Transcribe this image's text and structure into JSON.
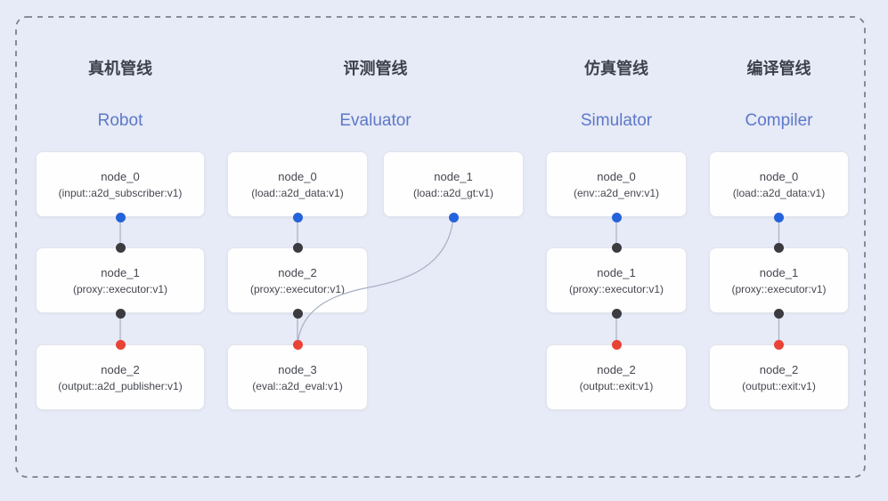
{
  "diagram": {
    "pipelines": [
      {
        "id": "robot",
        "title_zh": "真机管线",
        "title_en": "Robot",
        "columns": [
          {
            "id": "main",
            "nodes": [
              {
                "label": "node_0",
                "sublabel": "(input::a2d_subscriber:v1)",
                "ports": {
                  "out": "blue"
                }
              },
              {
                "label": "node_1",
                "sublabel": "(proxy::executor:v1)",
                "ports": {
                  "in": "black",
                  "out": "black"
                }
              },
              {
                "label": "node_2",
                "sublabel": "(output::a2d_publisher:v1)",
                "ports": {
                  "in": "red"
                }
              }
            ]
          }
        ]
      },
      {
        "id": "evaluator",
        "title_zh": "评测管线",
        "title_en": "Evaluator",
        "columns": [
          {
            "id": "main",
            "nodes": [
              {
                "label": "node_0",
                "sublabel": "(load::a2d_data:v1)",
                "ports": {
                  "out": "blue"
                }
              },
              {
                "label": "node_2",
                "sublabel": "(proxy::executor:v1)",
                "ports": {
                  "in": "black",
                  "out": "black"
                }
              },
              {
                "label": "node_3",
                "sublabel": "(eval::a2d_eval:v1)",
                "ports": {
                  "in": "red"
                }
              }
            ]
          },
          {
            "id": "side",
            "nodes": [
              {
                "label": "node_1",
                "sublabel": "(load::a2d_gt:v1)",
                "ports": {
                  "out": "blue"
                }
              }
            ]
          }
        ],
        "extra_edges": [
          {
            "from_column": "side",
            "from_node": 0,
            "to_column": "main",
            "to_node": 2,
            "type": "curve"
          }
        ]
      },
      {
        "id": "simulator",
        "title_zh": "仿真管线",
        "title_en": "Simulator",
        "columns": [
          {
            "id": "main",
            "nodes": [
              {
                "label": "node_0",
                "sublabel": "(env::a2d_env:v1)",
                "ports": {
                  "out": "blue"
                }
              },
              {
                "label": "node_1",
                "sublabel": "(proxy::executor:v1)",
                "ports": {
                  "in": "black",
                  "out": "black"
                }
              },
              {
                "label": "node_2",
                "sublabel": "(output::exit:v1)",
                "ports": {
                  "in": "red"
                }
              }
            ]
          }
        ]
      },
      {
        "id": "compiler",
        "title_zh": "编译管线",
        "title_en": "Compiler",
        "columns": [
          {
            "id": "main",
            "nodes": [
              {
                "label": "node_0",
                "sublabel": "(load::a2d_data:v1)",
                "ports": {
                  "out": "blue"
                }
              },
              {
                "label": "node_1",
                "sublabel": "(proxy::executor:v1)",
                "ports": {
                  "in": "black",
                  "out": "black"
                }
              },
              {
                "label": "node_2",
                "sublabel": "(output::exit:v1)",
                "ports": {
                  "in": "red"
                }
              }
            ]
          }
        ]
      }
    ],
    "colors": {
      "background": "#E7EAF7",
      "port_blue": "#2563DB",
      "port_black": "#3B3B40",
      "port_red": "#E94336",
      "edge": "#A6B0C3",
      "title_zh": "#3D414B",
      "title_en": "#5C79C8",
      "node_text": "#45474F",
      "box_border": "#E2E4EA",
      "dashed_border": "#7C808B"
    }
  }
}
